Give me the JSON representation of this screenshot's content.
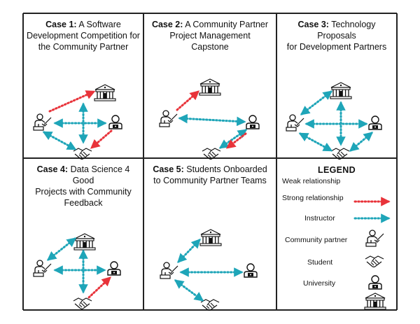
{
  "cases": [
    {
      "id": "case1",
      "bold": "Case 1:",
      "rest": " A Software Development Competition for the Community Partner",
      "title_lines": [
        "A Software",
        "Development Competition for",
        "the Community Partner"
      ]
    },
    {
      "id": "case2",
      "bold": "Case 2:",
      "rest": " A Community Partner Project Management Capstone",
      "title_lines": [
        "A Community Partner",
        "Project Management",
        "Capstone"
      ]
    },
    {
      "id": "case3",
      "bold": "Case 3:",
      "rest": " Technology Proposals for Development Partners",
      "title_lines": [
        "Technology Proposals",
        "for Development Partners"
      ]
    },
    {
      "id": "case4",
      "bold": "Case 4:",
      "rest": " Data Science 4 Good Projects with Community Feedback",
      "title_lines": [
        "Data Science 4 Good",
        "Projects with Community",
        "Feedback"
      ]
    },
    {
      "id": "case5",
      "bold": "Case 5:",
      "rest": " Students Onboarded to Community Partner Teams",
      "title_lines": [
        "Students Onboarded",
        "to Community Partner Teams"
      ]
    }
  ],
  "legend": {
    "title": "LEGEND",
    "weak": "Weak relationship",
    "strong": "Strong relationship",
    "instructor": "Instructor",
    "partner": "Community partner",
    "student": "Student",
    "university": "University"
  },
  "colors": {
    "weak": "#e8333a",
    "strong": "#1ea5b8",
    "border": "#222222"
  },
  "icons": [
    "instructor-icon",
    "handshake-icon",
    "student-icon",
    "university-icon"
  ]
}
